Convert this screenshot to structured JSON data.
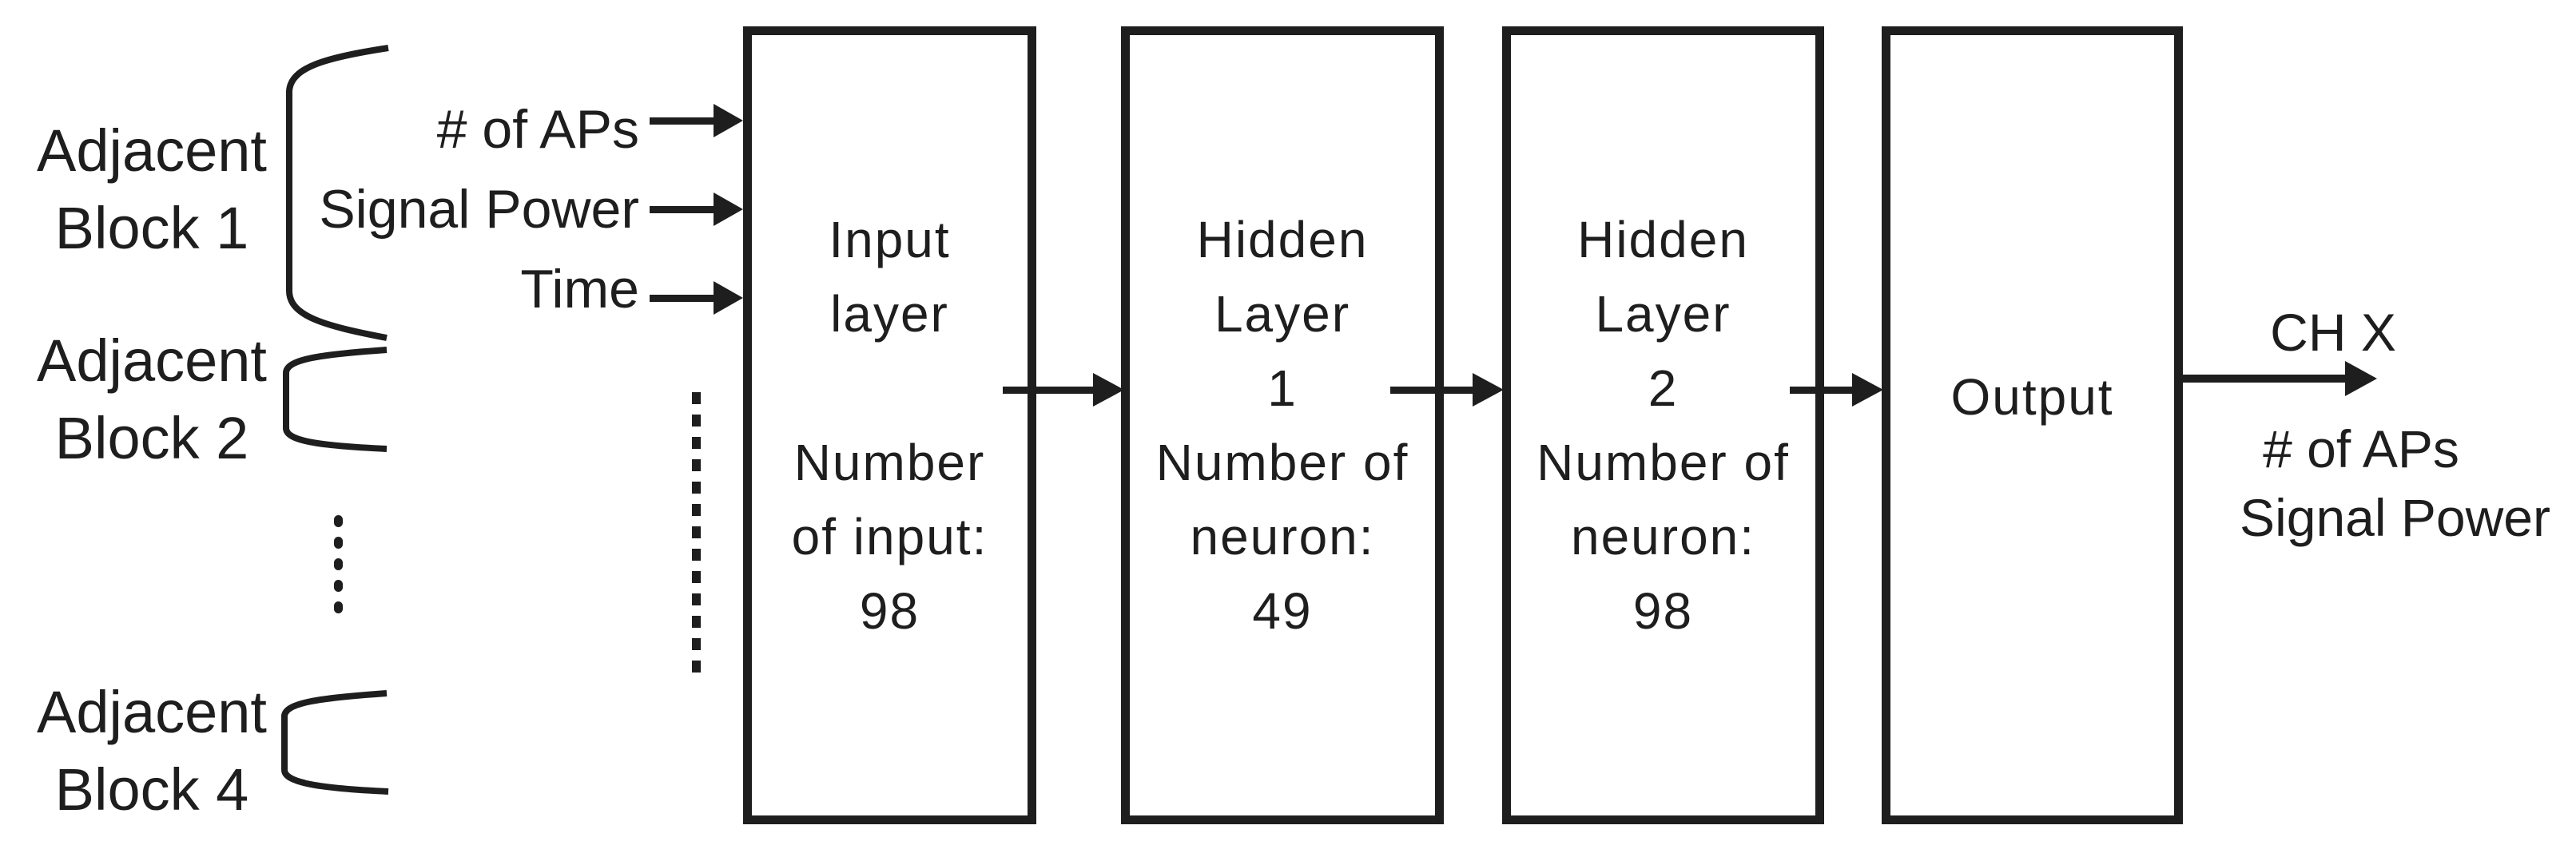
{
  "diagram": {
    "left_labels": [
      {
        "line1": "Adjacent",
        "line2": "Block 1"
      },
      {
        "line1": "Adjacent",
        "line2": "Block 2"
      },
      {
        "line1": "Adjacent",
        "line2": "Block 4"
      }
    ],
    "inputs": [
      "# of APs",
      "Signal Power",
      "Time"
    ],
    "boxes": [
      {
        "name": "input-layer",
        "lines": [
          "Input",
          "layer",
          "",
          "Number",
          "of input:",
          "98"
        ]
      },
      {
        "name": "hidden-layer-1",
        "lines": [
          "Hidden",
          "Layer",
          "1",
          "Number of",
          "neuron:",
          "49"
        ]
      },
      {
        "name": "hidden-layer-2",
        "lines": [
          "Hidden",
          "Layer",
          "2",
          "Number of",
          "neuron:",
          "98"
        ]
      },
      {
        "name": "output",
        "lines": [
          "Output"
        ]
      }
    ],
    "outputs": {
      "top": "CH X",
      "below1": "# of APs",
      "below2": "Signal Power"
    },
    "colors": {
      "ink": "#1e1e1e",
      "background": "#ffffff"
    }
  }
}
